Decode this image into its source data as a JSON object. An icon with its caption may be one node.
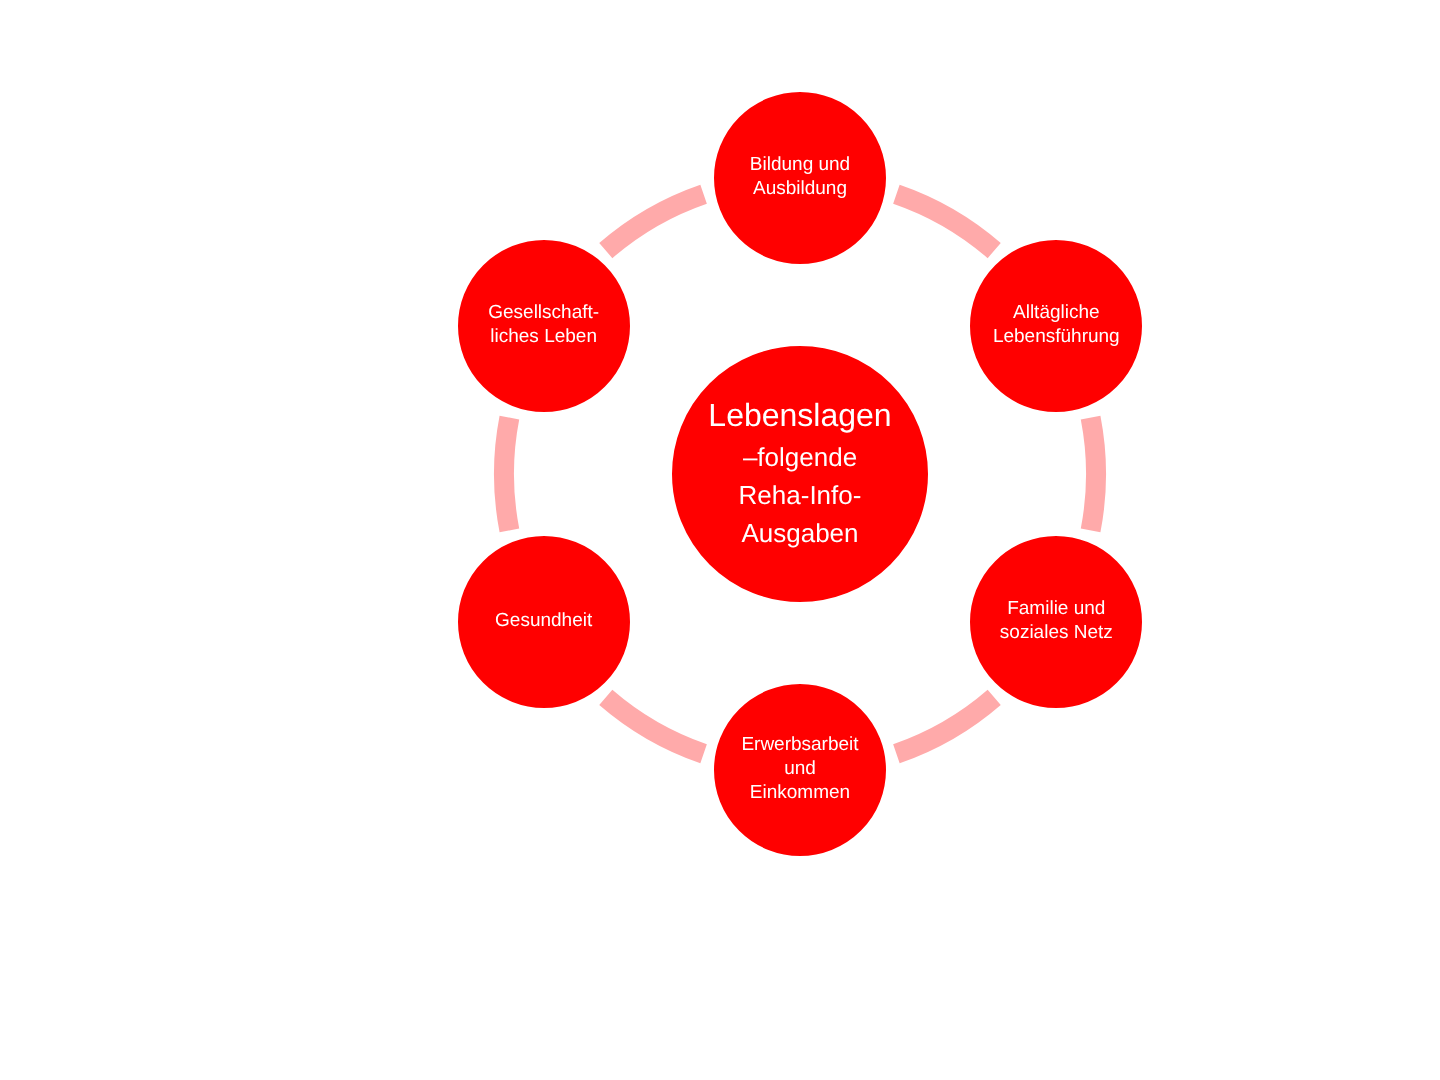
{
  "diagram": {
    "nodes": [
      {
        "text": [
          "Lebenslagen",
          "–folgende Reha-Info-Ausgaben"
        ]
      },
      {
        "text": [
          "Bildung und Ausbildung"
        ]
      },
      {
        "text": [
          "Alltägliche Lebensführung"
        ]
      },
      {
        "text": [
          "Familie und soziales Netz"
        ]
      },
      {
        "text": [
          "Erwerbsarbeit und Einkommen"
        ]
      },
      {
        "text": [
          "Gesundheit"
        ]
      },
      {
        "text": [
          "Gesellschaft- liches Leben"
        ]
      }
    ],
    "edges": [
      {
        "from": 1,
        "to": 2,
        "arrow": "none"
      },
      {
        "from": 2,
        "to": 3,
        "arrow": "none"
      },
      {
        "from": 3,
        "to": 4,
        "arrow": "none"
      },
      {
        "from": 4,
        "to": 5,
        "arrow": "none"
      },
      {
        "from": 5,
        "to": 6,
        "arrow": "none"
      },
      {
        "from": 6,
        "to": 1,
        "arrow": "none"
      }
    ]
  }
}
